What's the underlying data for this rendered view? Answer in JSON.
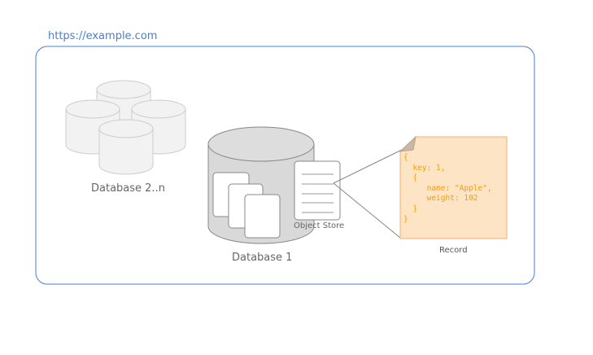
{
  "origin": {
    "url": "https://example.com"
  },
  "databases": {
    "other_label": "Database 2..n",
    "main_label": "Database 1",
    "object_store_label": "Object Store"
  },
  "record": {
    "label": "Record",
    "code_lines": [
      "{",
      "  key: 1,",
      "  {",
      "     name: \"Apple\",",
      "     weight: 102",
      "  }",
      "}"
    ]
  },
  "colors": {
    "origin_border": "#4a7fd0",
    "cylinder_fill": "#d9d9d9",
    "cylinder_stroke": "#888888",
    "faded_cylinder_fill": "#f2f2f2",
    "faded_cylinder_stroke": "#cccccc",
    "record_fill": "#fce4c4",
    "record_stroke": "#f0b070",
    "code_text": "#f5a000"
  }
}
